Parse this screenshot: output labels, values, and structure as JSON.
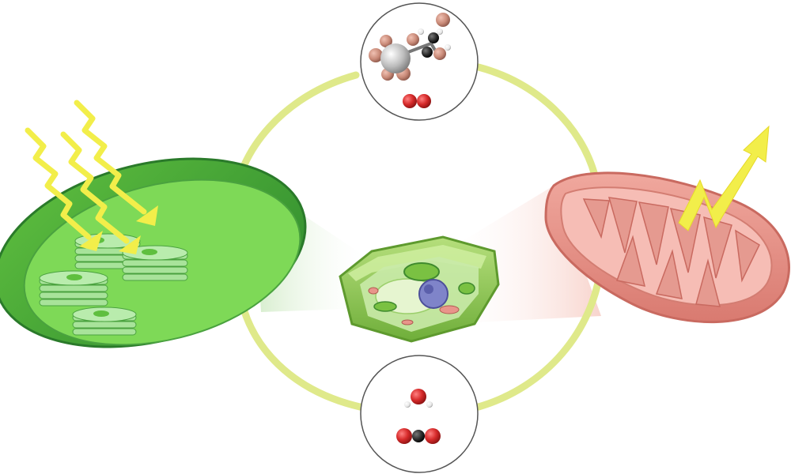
{
  "diagram": {
    "nodes": [
      {
        "id": "chloroplast",
        "kind": "organelle",
        "icon": "chloroplast-icon"
      },
      {
        "id": "plant-cell",
        "kind": "cell",
        "icon": "plant-cell-icon"
      },
      {
        "id": "mitochondrion",
        "kind": "organelle",
        "icon": "mitochondrion-icon"
      },
      {
        "id": "top-molecules",
        "kind": "molecule-group",
        "icon": "glucose-oxygen-molecules-icon"
      },
      {
        "id": "bottom-molecules",
        "kind": "molecule-group",
        "icon": "water-carbon-dioxide-molecules-icon"
      }
    ],
    "cycle_arrows": [
      {
        "from": "top-molecules",
        "to": "mitochondrion"
      },
      {
        "from": "mitochondrion",
        "to": "bottom-molecules"
      },
      {
        "from": "bottom-molecules",
        "to": "chloroplast"
      },
      {
        "from": "chloroplast",
        "to": "top-molecules"
      }
    ],
    "colors": {
      "cycle_arrow": "#dfe98a",
      "chloroplast": "#7ed957",
      "chloroplast_dark": "#3f9a3a",
      "mitochondrion": "#e8958a",
      "mitochondrion_dark": "#c96a60",
      "light_ray": "#f2ee4a",
      "oxygen_atom": "#d62a2a",
      "carbon_atom": "#2b2b2b",
      "hydrogen_atom": "#e6e6e6",
      "glucose_atom": "#c98a78"
    }
  }
}
